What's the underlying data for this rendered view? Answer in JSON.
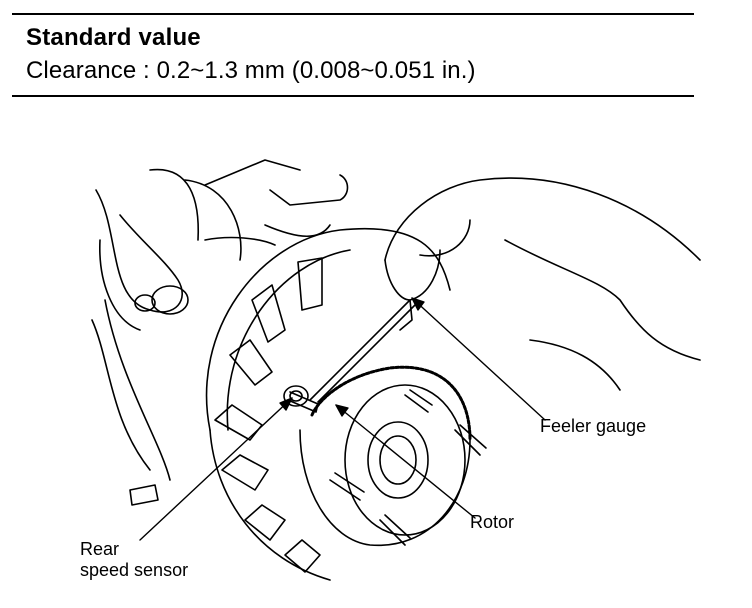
{
  "spec": {
    "heading": "Standard value",
    "value": "Clearance : 0.2~1.3 mm (0.008~0.051 in.)"
  },
  "callouts": {
    "feeler_gauge": "Feeler gauge",
    "rotor": "Rotor",
    "sensor_line1": "Rear",
    "sensor_line2": "speed sensor"
  }
}
